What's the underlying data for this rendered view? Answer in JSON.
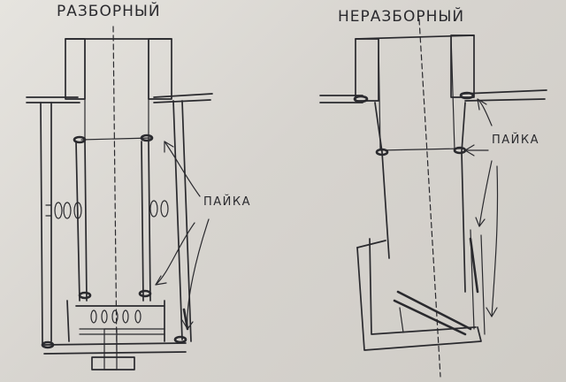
{
  "left_drawing": {
    "title": "РАЗБОРНЫЙ",
    "solder_label": "ПАЙКА"
  },
  "right_drawing": {
    "title": "НЕРАЗБОРНЫЙ",
    "solder_label": "ПАЙКА"
  },
  "colors": {
    "ink": "#2a2a2e",
    "paper": "#e6e4df"
  }
}
